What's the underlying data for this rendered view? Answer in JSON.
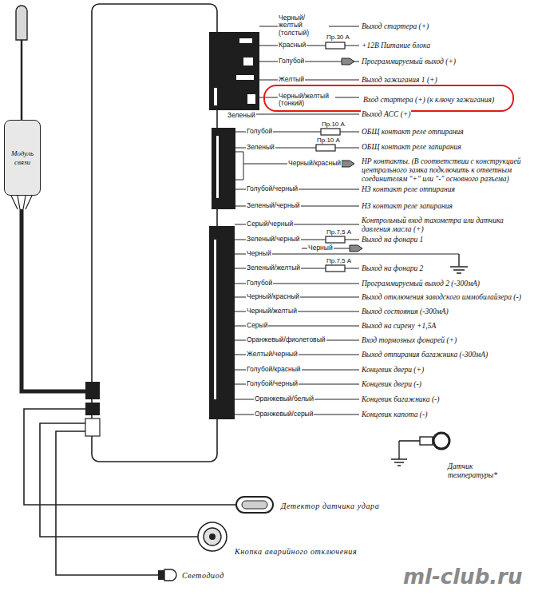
{
  "diagram": {
    "nodes": [
      {
        "text": [
          "Модуль связи"
        ]
      },
      {
        "text": [
          "Черный/желтый (тонкий)",
          "Вход стартера (+) (к ключу зажигания)"
        ]
      }
    ],
    "labels": [
      "Черный/желтый (толстый)",
      "Выход стартера (+)",
      "Красный",
      "Пр.30 А",
      "+12В Питание блока",
      "Голубой",
      "Программируемый выход (+)",
      "Желтый",
      "Выход зажигания 1 (+)",
      "Зеленый",
      "Выход АСС (+)",
      "Голубой",
      "Пр.10 А",
      "ОБЩ контакт реле отпирания",
      "Зеленый",
      "Пр.10 А",
      "ОБЩ контакт реле запирания",
      "НР контакты. (В соответствии с конструкцией центрального замка подключить к ответным соединителям \"+\" или \"-\" основного разъема)",
      "Черный/красный",
      "Голубой/черный",
      "НЗ контакт реле отпирания",
      "Зеленый/черный",
      "НЗ контакт реле запирания",
      "Серый/черный",
      "Контрольный вход тахометра или датчика давления масла (+)",
      "Зеленый/черный",
      "Пр.7,5 А",
      "Выход на фонари 1",
      "Черный",
      "Черный",
      "Зеленый/желтый",
      "Пр.7,5 А",
      "Выход на фонари 2",
      "Голубой",
      "Программируемый выход 2 (-300мА)",
      "Черный/красный",
      "Выход отключения заводского иммобилайзера (-)",
      "Черный/желтый",
      "Выход состояния (-300мА)",
      "Серый",
      "Выход на сирену +1,5А",
      "Оранжевый/фиолетовый",
      "Вход тормозных фонарей (+)",
      "Желтый/черный",
      "Выход отпирания багажника (-300мА)",
      "Голубой/красный",
      "Концевик двери (+)",
      "Голубой/черный",
      "Концевик двери (-)",
      "Оранжевый/белый",
      "Концевик багажника (-)",
      "Оранжевый/серый",
      "Концевик капота (-)",
      "Датчик температуры*",
      "Детектор датчика удара",
      "Кнопка аварийного отключения",
      "Светодиод",
      "ml-club.ru"
    ]
  }
}
